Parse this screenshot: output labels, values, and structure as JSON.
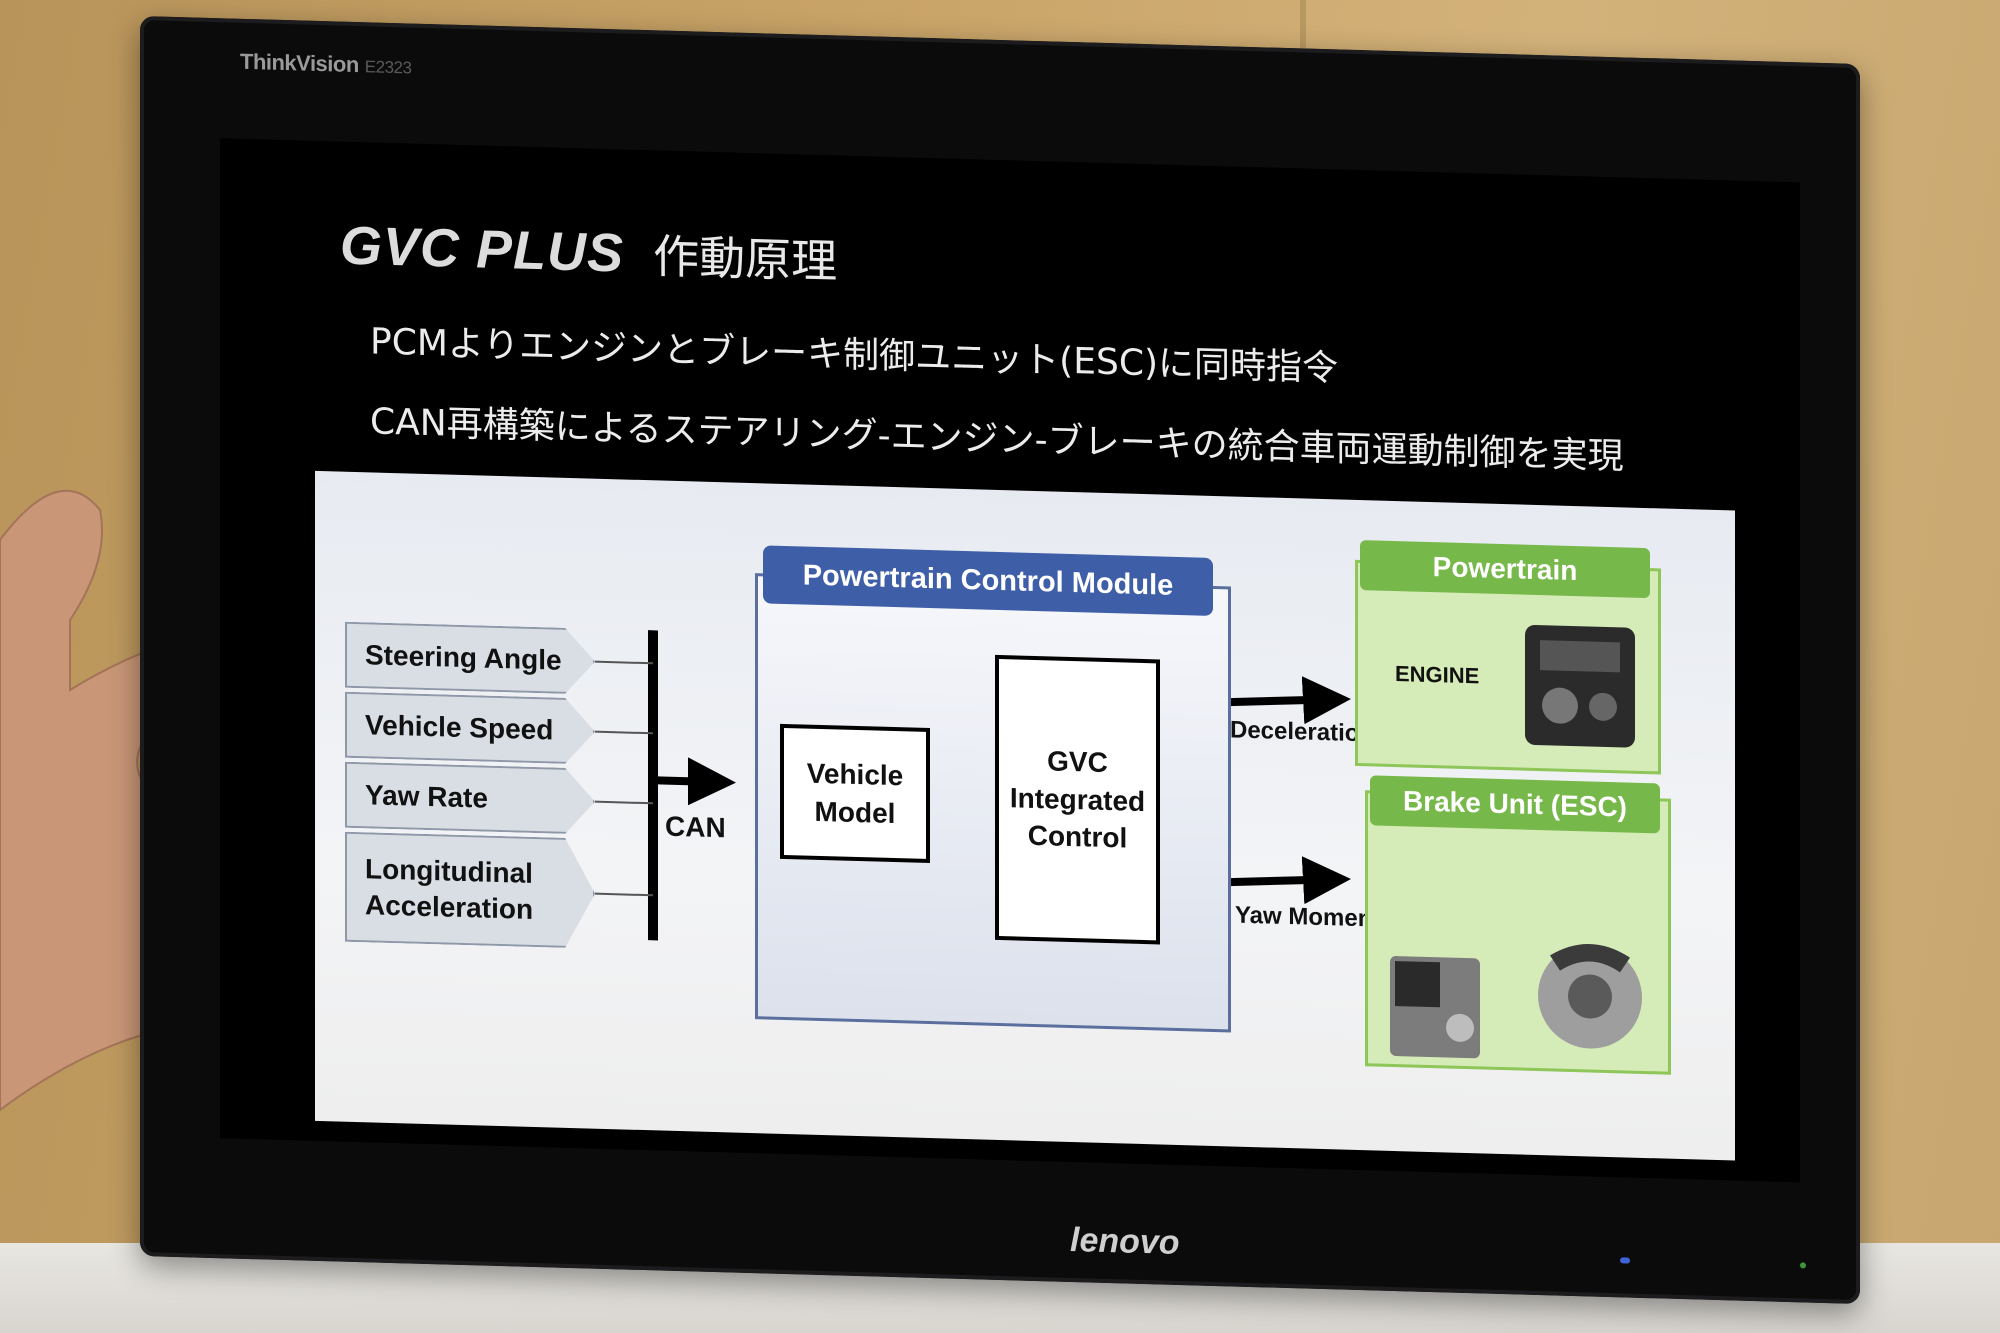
{
  "monitor": {
    "brand": "ThinkVision",
    "model": "E2323",
    "bezel_logo": "lenovo"
  },
  "slide": {
    "title_logo": "GVC PLUS",
    "title_jp": "作動原理",
    "line1": "PCMよりエンジンとブレーキ制御ユニット(ESC)に同時指令",
    "line2": "CAN再構築によるステアリング-エンジン-ブレーキの統合車両運動制御を実現"
  },
  "diagram": {
    "inputs": [
      "Steering Angle",
      "Vehicle Speed",
      "Yaw Rate",
      "Longitudinal Acceleration"
    ],
    "can_label": "CAN",
    "pcm_header": "Powertrain Control Module",
    "vehicle_model": "Vehicle Model",
    "gvc_control": "GVC Integrated Control",
    "deceleration": "Deceleration",
    "yaw_moment": "Yaw Moment",
    "powertrain_header": "Powertrain",
    "engine_label": "ENGINE",
    "brake_header": "Brake Unit (ESC)"
  },
  "colors": {
    "pcm_blue": "#3e5ea8",
    "green_header": "#77b84a",
    "green_panel": "#d6ecb8"
  }
}
